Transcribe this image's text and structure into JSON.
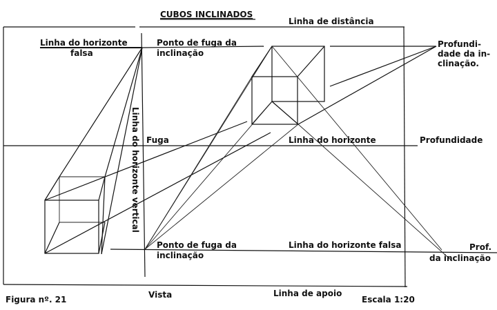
{
  "title": "CUBOS INCLINADOS",
  "labels": {
    "distance_line": "Linha de distância",
    "false_horizon_top_1": "Linha do horizonte",
    "false_horizon_top_2": "falsa",
    "vp_top_1": "Ponto de fuga da",
    "vp_top_2": "inclinação",
    "depth_incl_1": "Profundi-",
    "depth_incl_2": "dade da in-",
    "depth_incl_3": "clinação.",
    "vertical_horizon": "Linha do horizonte vertical",
    "vanishing": "Fuga",
    "horizon": "Linha do horizonte",
    "depth": "Profundidade",
    "vp_bottom_1": "Ponto de fuga da",
    "vp_bottom_2": "inclinação",
    "false_horizon_bottom": "Linha do horizonte falsa",
    "prof_incl_1": "Prof.",
    "prof_incl_2": "da inclinação",
    "figure": "Figura nº. 21",
    "view": "Vista",
    "support_line": "Linha de apoio",
    "scale": "Escala 1:20"
  }
}
